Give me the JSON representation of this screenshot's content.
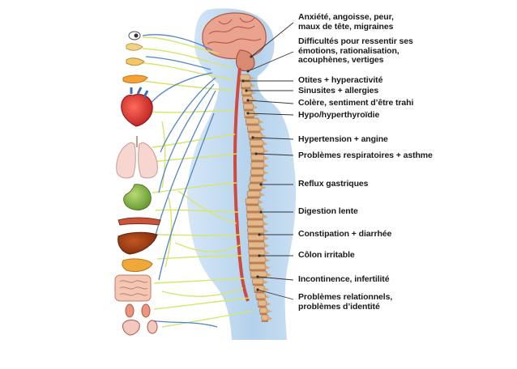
{
  "labels": [
    {
      "lines": [
        "Anxiété, angoisse, peur,",
        "maux de tête, migraines"
      ]
    },
    {
      "lines": [
        "Difficultés pour ressentir ses",
        "émotions, rationalisation,",
        "acouphènes, vertiges"
      ]
    },
    {
      "lines": [
        "Otites + hyperactivité"
      ]
    },
    {
      "lines": [
        "Sinusites + allergies"
      ]
    },
    {
      "lines": [
        "Colère, sentiment d’être trahi"
      ]
    },
    {
      "lines": [
        "Hypo/hyperthyroïdie"
      ]
    },
    {
      "lines": [
        "Hypertension + angine"
      ]
    },
    {
      "lines": [
        "Problèmes respiratoires + asthme"
      ]
    },
    {
      "lines": [
        "Reflux gastriques"
      ]
    },
    {
      "lines": [
        "Digestion lente"
      ]
    },
    {
      "lines": [
        "Constipation + diarrhée"
      ]
    },
    {
      "lines": [
        "Côlon irritable"
      ]
    },
    {
      "lines": [
        "Incontinence, infertilité"
      ]
    },
    {
      "lines": [
        "Problèmes relationnels,",
        "problèmes d’identité"
      ]
    }
  ],
  "colors": {
    "body": "#b9d6ee",
    "nerve": "#d9e46a",
    "nerve_blue": "#4f86c8",
    "leader": "#333333",
    "vertebra": "#e2b98a",
    "disc": "#c77a55",
    "spinal_cord": "#d9534a",
    "brain": "#e59a86"
  },
  "organs": [
    "eye-icon",
    "ear-icon",
    "nose-icon",
    "mouth-icon",
    "heart-icon",
    "lungs-icon",
    "stomach-icon",
    "pancreas-icon",
    "liver-icon",
    "gallbladder-icon",
    "intestines-icon",
    "kidneys-icon",
    "bladder-icon"
  ]
}
